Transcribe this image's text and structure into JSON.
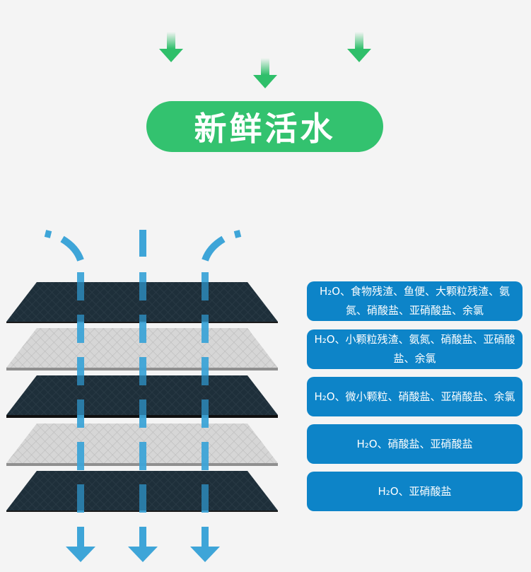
{
  "title": "新鲜活水",
  "colors": {
    "background": "#f4f4f4",
    "title_pill": "#33c26f",
    "top_arrow": "#2fbf6a",
    "flow_arrow": "#3ea5d8",
    "dark_layer": "#2b2b2b",
    "light_layer": "#cfcfcf",
    "label_box": "#0d84c8"
  },
  "layers": [
    {
      "type": "dark",
      "label": "H₂O、食物残渣、鱼便、大颗粒残渣、氨氮、硝酸盐、亚硝酸盐、余氯"
    },
    {
      "type": "light",
      "label": "H₂O、小颗粒残渣、氨氮、硝酸盐、亚硝酸盐、余氯"
    },
    {
      "type": "dark",
      "label": "H₂O、微小颗粒、硝酸盐、亚硝酸盐、余氯"
    },
    {
      "type": "light",
      "label": "H₂O、硝酸盐、亚硝酸盐"
    },
    {
      "type": "dark",
      "label": "H₂O、亚硝酸盐"
    }
  ]
}
